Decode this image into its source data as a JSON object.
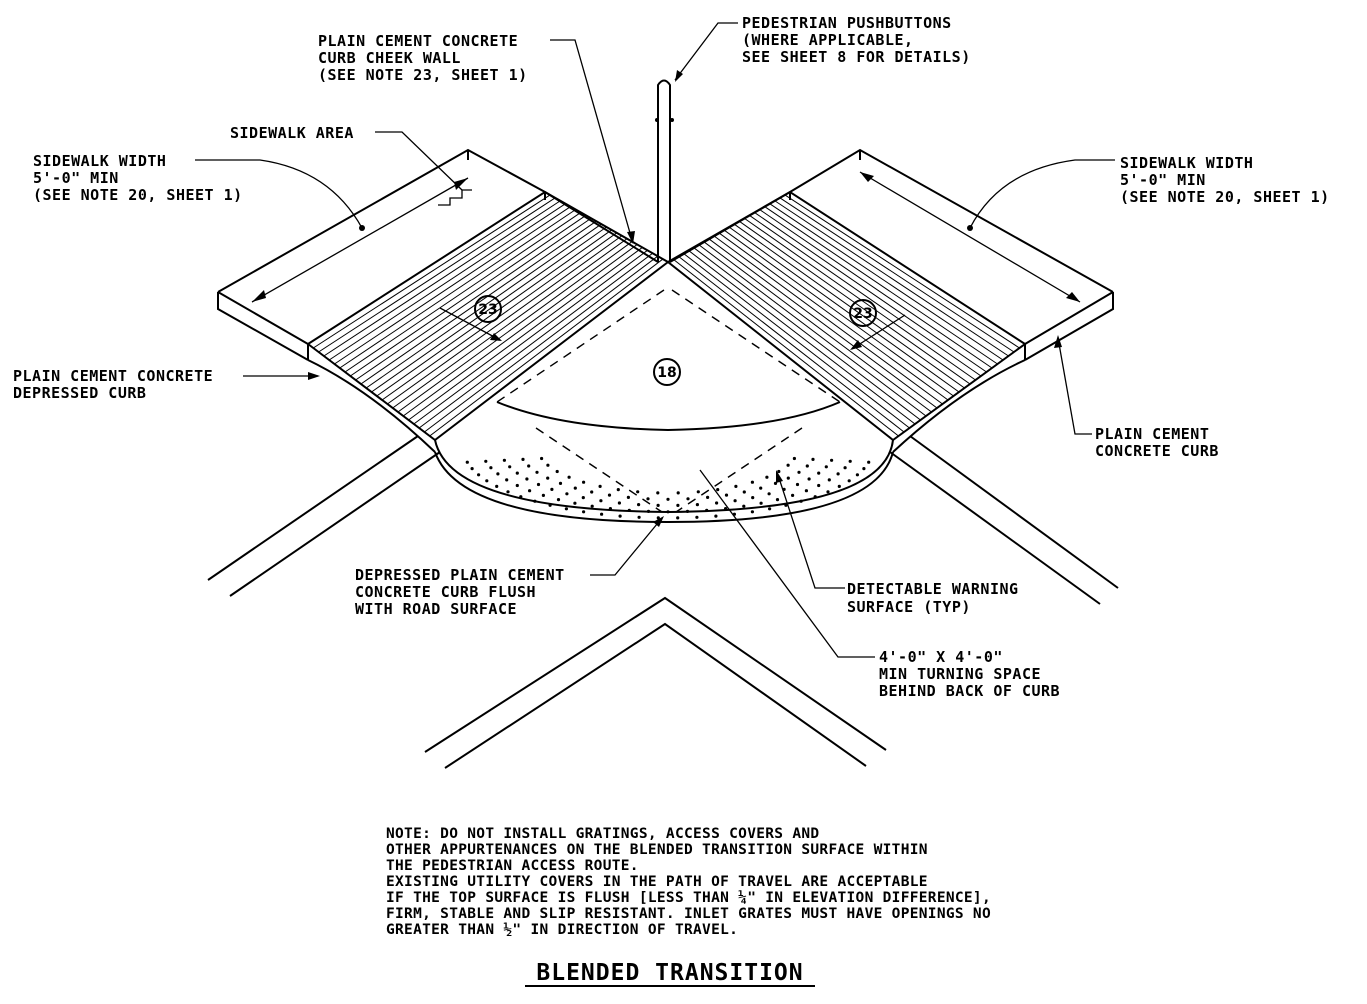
{
  "labels": {
    "pushbuttons": [
      "PEDESTRIAN PUSHBUTTONS",
      "(WHERE APPLICABLE,",
      "SEE SHEET 8 FOR DETAILS)"
    ],
    "cheek_wall": [
      "PLAIN CEMENT CONCRETE",
      "CURB CHEEK WALL",
      "(SEE NOTE 23, SHEET 1)"
    ],
    "sidewalk_area": [
      "SIDEWALK AREA"
    ],
    "sidewalk_width_left": [
      "SIDEWALK WIDTH",
      "5'-0\" MIN",
      "(SEE NOTE 20, SHEET 1)"
    ],
    "sidewalk_width_right": [
      "SIDEWALK WIDTH",
      "5'-0\" MIN",
      "(SEE NOTE 20, SHEET 1)"
    ],
    "depressed_curb": [
      "PLAIN CEMENT CONCRETE",
      "DEPRESSED CURB"
    ],
    "plain_curb": [
      "PLAIN CEMENT",
      "CONCRETE CURB"
    ],
    "flush_curb": [
      "DEPRESSED PLAIN CEMENT",
      "CONCRETE CURB FLUSH",
      "WITH ROAD SURFACE"
    ],
    "warning_surface": [
      "DETECTABLE WARNING",
      "SURFACE (TYP)"
    ],
    "turning_space": [
      "4'-0\" X 4'-0\"",
      "MIN TURNING SPACE",
      "BEHIND BACK OF CURB"
    ]
  },
  "callouts": {
    "note_23_left": "23",
    "note_23_right": "23",
    "note_18": "18"
  },
  "note": {
    "lines": [
      "NOTE: DO NOT INSTALL GRATINGS, ACCESS COVERS AND",
      "OTHER APPURTENANCES ON THE BLENDED TRANSITION SURFACE WITHIN",
      "THE PEDESTRIAN ACCESS ROUTE.",
      "EXISTING UTILITY COVERS IN THE PATH OF TRAVEL ARE ACCEPTABLE",
      "IF THE TOP SURFACE IS FLUSH [LESS THAN ¼\" IN ELEVATION DIFFERENCE],",
      "FIRM, STABLE AND SLIP RESISTANT. INLET GRATES MUST HAVE OPENINGS NO",
      "GREATER THAN ½\" IN DIRECTION OF TRAVEL."
    ]
  },
  "title": "BLENDED TRANSITION"
}
